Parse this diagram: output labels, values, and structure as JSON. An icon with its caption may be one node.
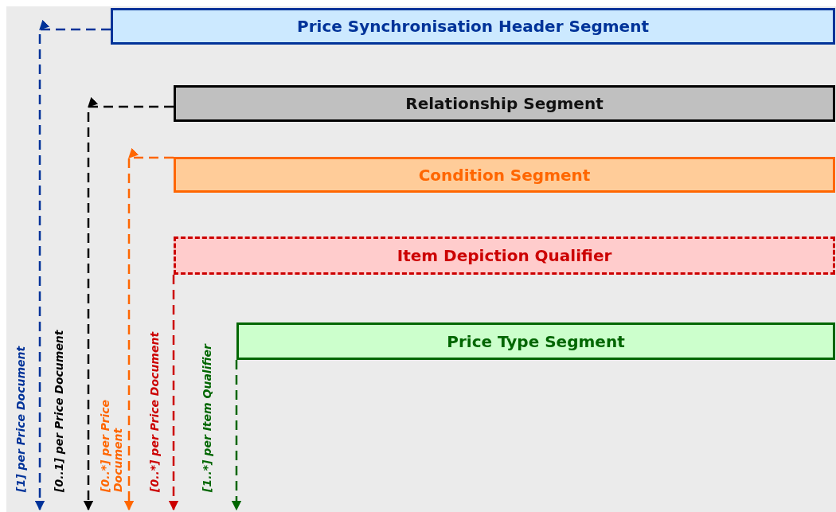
{
  "diagram": {
    "nodes": [
      {
        "text": [
          "Price Synchronisation Header Segment"
        ]
      },
      {
        "text": [
          "Relationship Segment"
        ]
      },
      {
        "text": [
          "Condition Segment"
        ]
      },
      {
        "text": [
          "Item Depiction Qualifier"
        ]
      },
      {
        "text": [
          "Price Type Segment"
        ]
      }
    ],
    "edges": [
      {
        "from": 0,
        "to": null,
        "arrow": "to",
        "style": "dashed",
        "color": "#003399",
        "label": "[1] per Price Document"
      },
      {
        "from": 1,
        "to": null,
        "arrow": "to",
        "style": "dashed",
        "color": "#000000",
        "label": "[0..1] per Price Document"
      },
      {
        "from": 2,
        "to": null,
        "arrow": "to",
        "style": "dashed",
        "color": "#ff6600",
        "label": "[0..*] per Price Document"
      },
      {
        "from": 3,
        "to": null,
        "arrow": "to",
        "style": "dashed",
        "color": "#cc0000",
        "label": "[0..*] per Price Document"
      },
      {
        "from": 4,
        "to": null,
        "arrow": "to",
        "style": "dashed",
        "color": "#006600",
        "label": "[1..*] per Item Qualifier"
      }
    ]
  }
}
